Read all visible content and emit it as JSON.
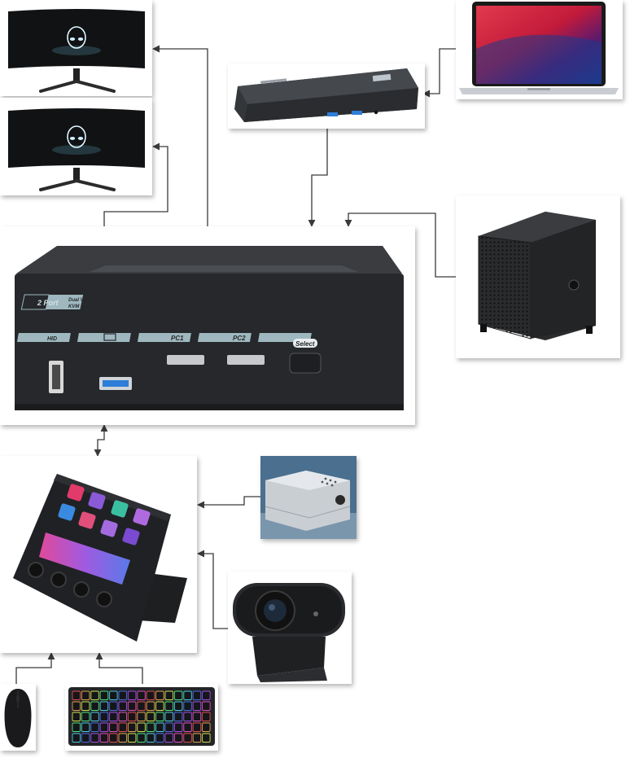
{
  "kvm": {
    "brand_badge_left": "2 Port",
    "brand_badge_line1": "Dual Video",
    "brand_badge_line2": "KVM Switch",
    "strip_labels": [
      "HID",
      "",
      "PC1",
      "PC2",
      "Select"
    ],
    "select_button_label": "Select"
  },
  "colors": {
    "device_dark": "#26282b",
    "kvm_strip": "#9fb8bf",
    "wire": "#3a3a3a",
    "macbook_red": "#c21a3a",
    "macbook_blue": "#1b3a8c",
    "monitor_glow": "#7fe3ff"
  },
  "icons": {
    "alien": "alien-logo-icon",
    "usb": "usb-port-icon",
    "knob": "knob-icon"
  }
}
